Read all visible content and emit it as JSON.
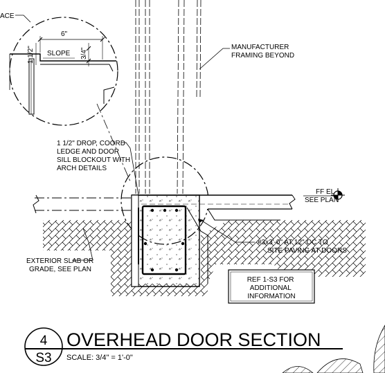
{
  "detail": {
    "face_label": "ACE",
    "dim_6": "6\"",
    "dim_112": "1 1/2\"",
    "dim_34": "3/4\"",
    "slope_label": "SLOPE",
    "manufacturer": [
      "MANUFACTURER",
      "FRAMING BEYOND"
    ],
    "drop_note": [
      "1 1/2\" DROP, COORD",
      "LEDGE AND DOOR",
      "SILL BLOCKOUT WITH",
      "ARCH DETAILS"
    ],
    "ff_el": "FF EL",
    "see_plan": "SEE PLAN",
    "rebar_note": [
      "#3x3'-0\" AT 12\" OC TO",
      "SITE PAVING AT DOORS"
    ],
    "exterior_note": [
      "EXTERIOR SLAB OR",
      "GRADE, SEE PLAN"
    ],
    "ref_box": [
      "REF 1-S3 FOR",
      "ADDITIONAL",
      "INFORMATION"
    ]
  },
  "title_block": {
    "number": "4",
    "sheet": "S3",
    "title": "OVERHEAD DOOR SECTION",
    "scale": "SCALE: 3/4\" = 1'-0\""
  }
}
